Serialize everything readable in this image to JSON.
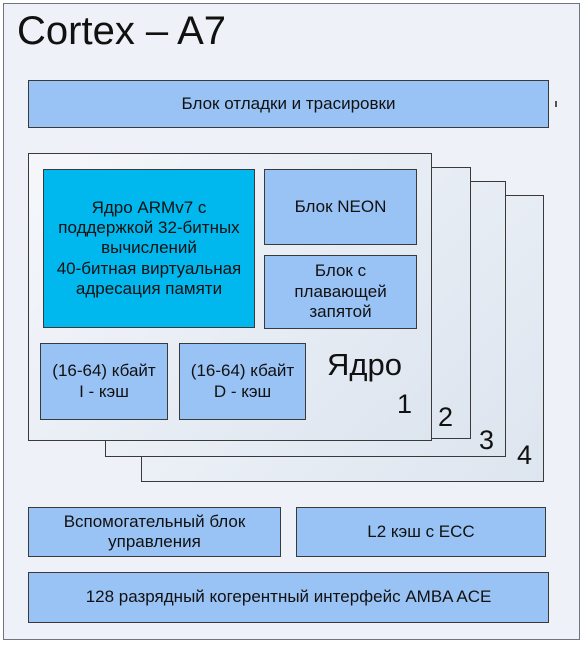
{
  "title": "Cortex – A7",
  "debug_block": "Блок отладки и трасировки",
  "core": {
    "armv7_lines": [
      "Ядро ARMv7 с",
      "поддержкой 32-битных",
      "вычислений",
      "40-битная виртуальная",
      "адресация памяти"
    ],
    "neon": "Блок NEON",
    "fpu_lines": [
      "Блок с",
      "плавающей",
      "запятой"
    ],
    "icache_lines": [
      "(16-64) кбайт",
      "I - кэш"
    ],
    "dcache_lines": [
      "(16-64) кбайт",
      "D - кэш"
    ],
    "label": "Ядро",
    "numbers": [
      "1",
      "2",
      "3",
      "4"
    ]
  },
  "aux_block_lines": [
    "Вспомогательный блок",
    "управления"
  ],
  "l2_block": "L2 кэш с ECC",
  "amba_block": "128 разрядный когерентный интерфейс AMBA ACE",
  "colors": {
    "light_blue": "#99c2f5",
    "cyan": "#00b8ee",
    "background": "#eef1f7"
  }
}
